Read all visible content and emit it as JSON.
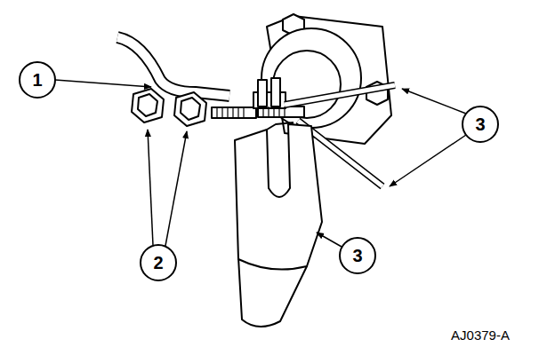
{
  "diagram": {
    "labels": [
      "1",
      "2",
      "3",
      "3",
      "AJ0379-A"
    ]
  }
}
